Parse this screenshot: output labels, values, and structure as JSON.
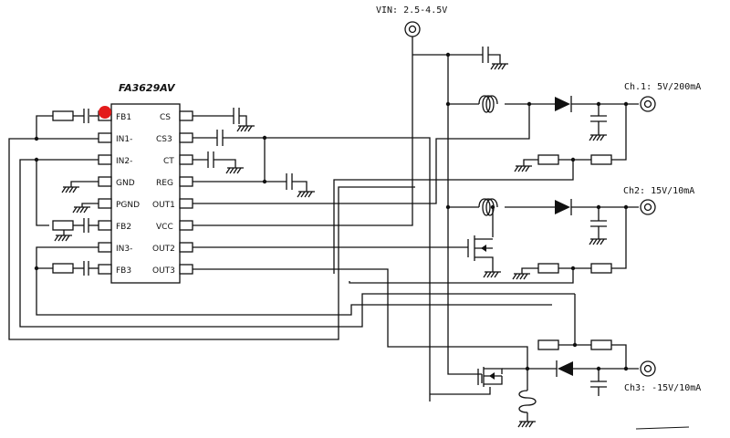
{
  "chip": {
    "name": "FA3629AV",
    "left_pins": [
      "FB1",
      "IN1-",
      "IN2-",
      "GND",
      "PGND",
      "FB2",
      "IN3-",
      "FB3"
    ],
    "right_pins": [
      "CS",
      "CS3",
      "CT",
      "REG",
      "OUT1",
      "VCC",
      "OUT2",
      "OUT3"
    ]
  },
  "vin_label": "VIN: 2.5-4.5V",
  "channels": [
    {
      "label": "Ch.1:  5V/200mA"
    },
    {
      "label": "Ch2: 15V/10mA"
    },
    {
      "label": "Ch3: -15V/10mA"
    }
  ],
  "colors": {
    "marker": "#e31b1b",
    "ink": "#111111"
  }
}
